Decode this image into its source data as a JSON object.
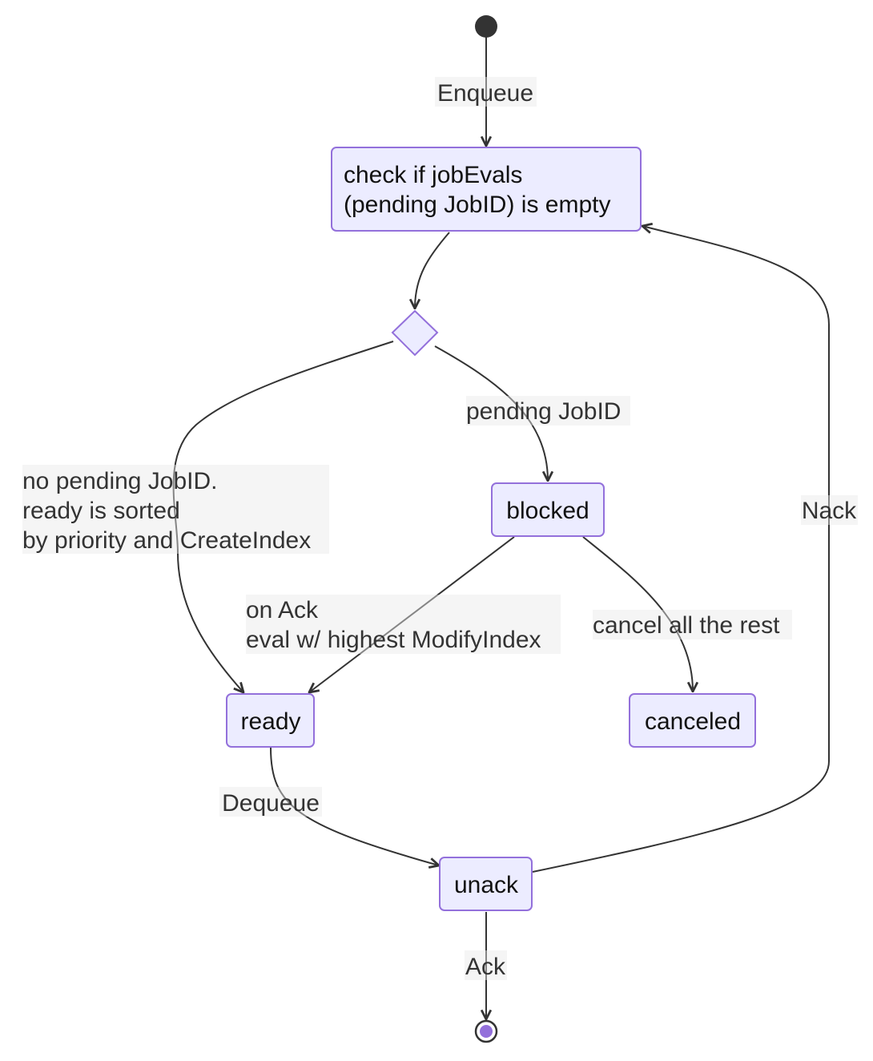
{
  "states": {
    "check": {
      "line1": "check if jobEvals",
      "line2": "(pending JobID) is empty"
    },
    "blocked": "blocked",
    "ready": "ready",
    "canceled": "canceled",
    "unack": "unack"
  },
  "edges": {
    "enqueue": "Enqueue",
    "pending": "pending JobID",
    "no_pending": {
      "line1": "no pending JobID.",
      "line2": "ready is sorted",
      "line3": "by priority and CreateIndex"
    },
    "on_ack": {
      "line1": "on Ack",
      "line2": "eval w/ highest ModifyIndex"
    },
    "cancel": "cancel all the rest",
    "nack": "Nack",
    "dequeue": "Dequeue",
    "ack": "Ack"
  },
  "colors": {
    "state_fill": "#ececff",
    "state_stroke": "#9370db",
    "edge": "#333333",
    "start": "#333333",
    "end_inner": "#9370db"
  }
}
